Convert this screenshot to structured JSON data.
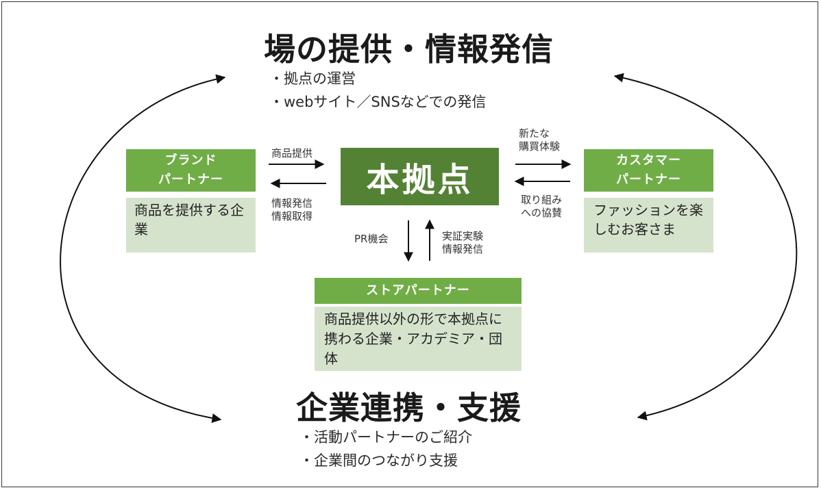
{
  "headings": {
    "top": "場の提供・情報発信",
    "bottom": "企業連携・支援"
  },
  "bullets": {
    "top": [
      "・拠点の運営",
      "・webサイト／SNSなどでの発信"
    ],
    "bottom": [
      "・活動パートナーのご紹介",
      "・企業間のつながり支援"
    ]
  },
  "hub": {
    "label": "本拠点"
  },
  "partners": {
    "brand": {
      "title_line1": "ブランド",
      "title_line2": "パートナー",
      "description": "商品を提供する企業"
    },
    "customer": {
      "title_line1": "カスタマー",
      "title_line2": "パートナー",
      "description": "ファッションを楽しむお客さま"
    },
    "store": {
      "title": "ストアパートナー",
      "description": "商品提供以外の形で本拠点に携わる企業・アカデミア・団体"
    }
  },
  "arrow_labels": {
    "brand_to_hub": "商品提供",
    "hub_to_brand_line1": "情報発信",
    "hub_to_brand_line2": "情報取得",
    "hub_to_customer_line1": "新たな",
    "hub_to_customer_line2": "購買体験",
    "customer_to_hub_line1": "取り組み",
    "customer_to_hub_line2": "への協賛",
    "hub_to_store": "PR機会",
    "store_to_hub_line1": "実証実験",
    "store_to_hub_line2": "情報発信"
  },
  "colors": {
    "hub": "#548235",
    "partner_header": "#70ad47",
    "partner_body": "#d5e3cc",
    "text": "#222222"
  }
}
